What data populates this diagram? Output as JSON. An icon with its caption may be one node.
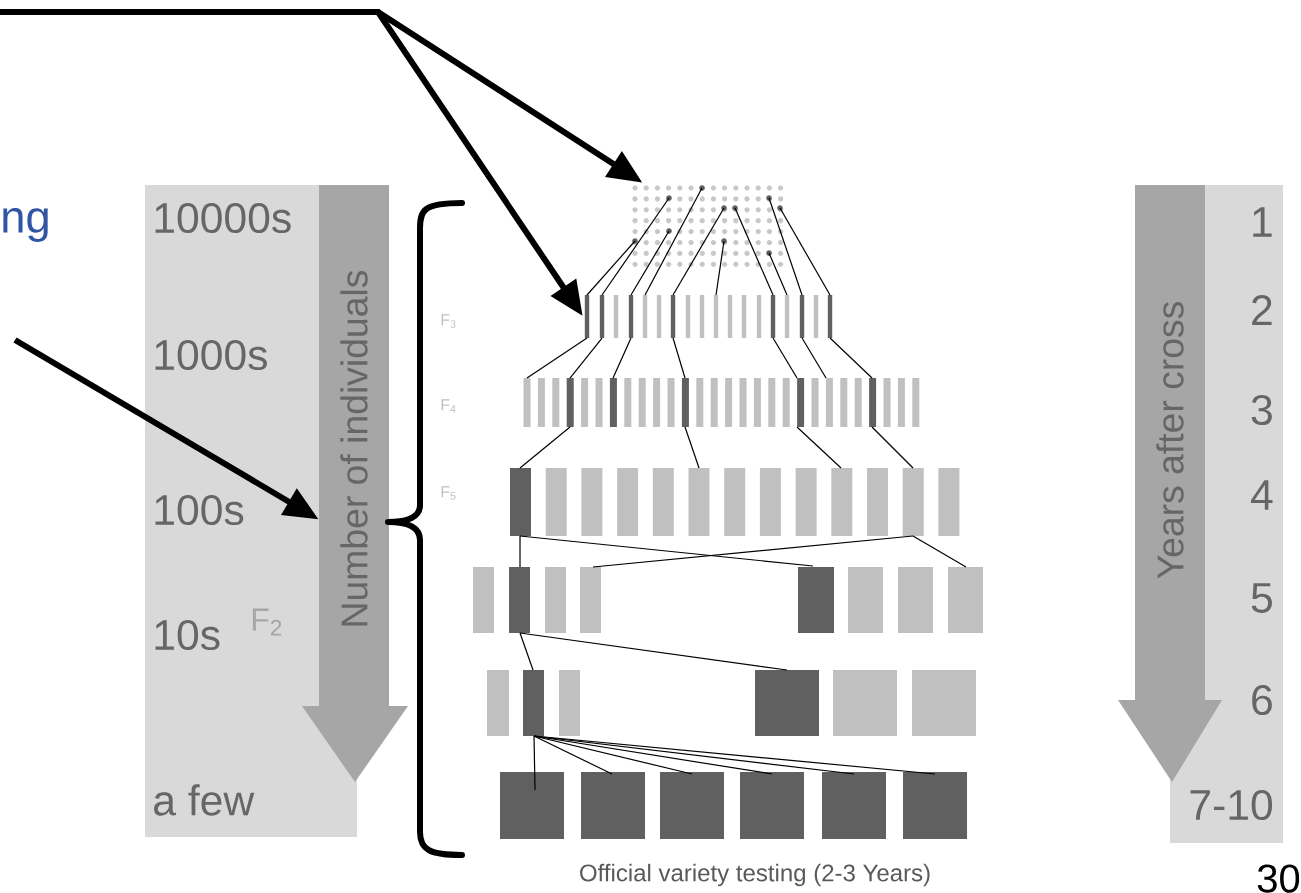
{
  "diagram": {
    "nodes": [
      {
        "text": [
          "10000s",
          "1000s",
          "100s",
          "10s",
          "a few"
        ]
      },
      {
        "text": [
          "Number of individuals"
        ]
      },
      {
        "text": [
          "1",
          "2",
          "3",
          "4",
          "5",
          "6",
          "7-10"
        ]
      },
      {
        "text": [
          "Years after cross"
        ]
      },
      {
        "text": [],
        "shape": "grid"
      },
      {
        "text": [],
        "shape": "bar"
      }
    ],
    "edges": [
      {
        "from": null,
        "to": 4,
        "arrow": "to"
      },
      {
        "from": null,
        "to": 5,
        "arrow": "to"
      },
      {
        "from": null,
        "to": 1,
        "arrow": "to"
      }
    ],
    "labels": [
      "ng",
      "F$_{2}$",
      "F$_{3}$",
      "F$_{4}$",
      "F$_{5}$",
      "Official variety testing (2-3 Years)",
      "30"
    ]
  }
}
